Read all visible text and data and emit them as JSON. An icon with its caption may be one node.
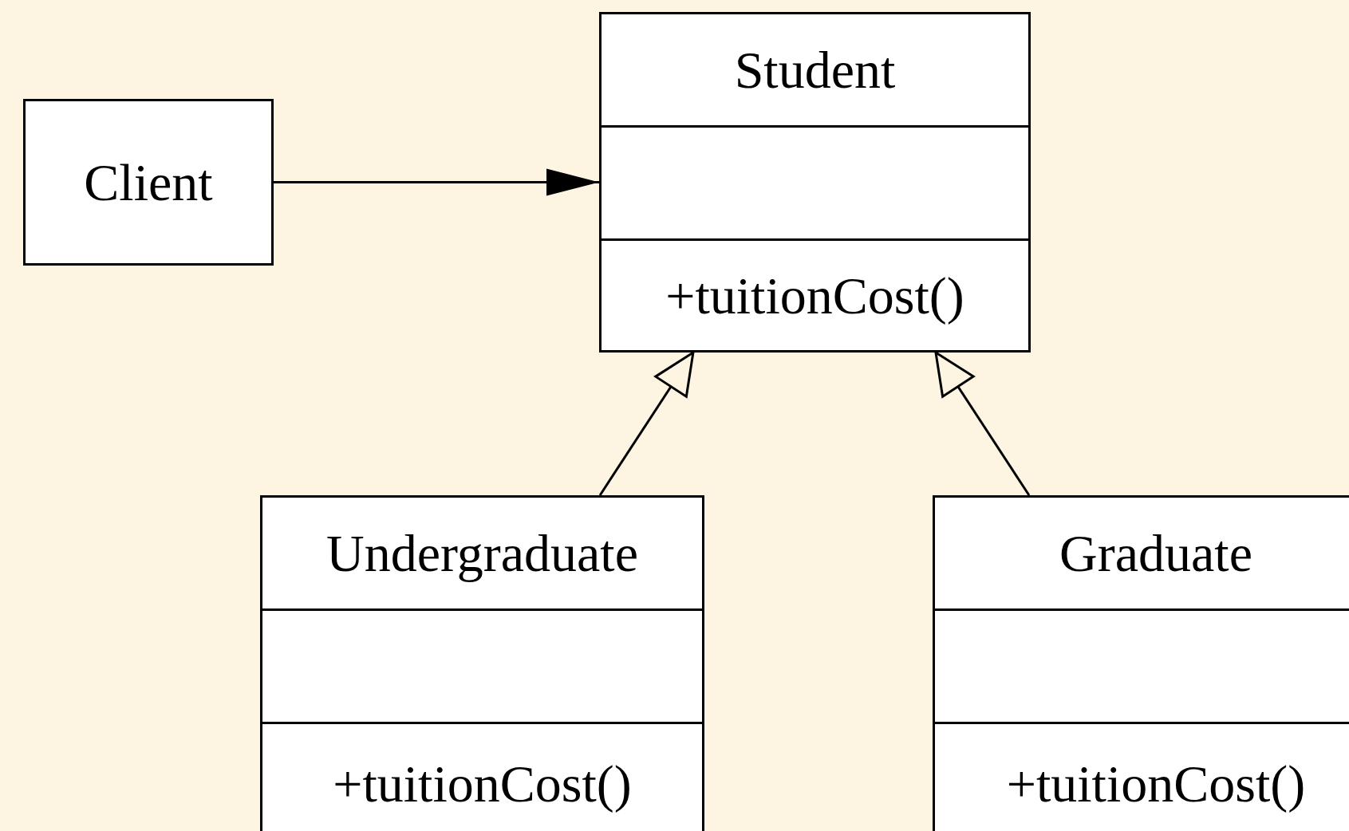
{
  "diagram": {
    "nodes": [
      {
        "text": [
          "Client"
        ]
      },
      {
        "text": [
          "Student",
          "+tuitionCost()"
        ]
      },
      {
        "text": [
          "Undergraduate",
          "+tuitionCost()"
        ]
      },
      {
        "text": [
          "Graduate",
          "+tuitionCost()"
        ]
      }
    ],
    "edges": [
      {
        "from": 0,
        "to": 1,
        "arrow": "to"
      },
      {
        "from": 2,
        "to": 1,
        "arrow": "to"
      },
      {
        "from": 3,
        "to": 1,
        "arrow": "to"
      }
    ]
  }
}
